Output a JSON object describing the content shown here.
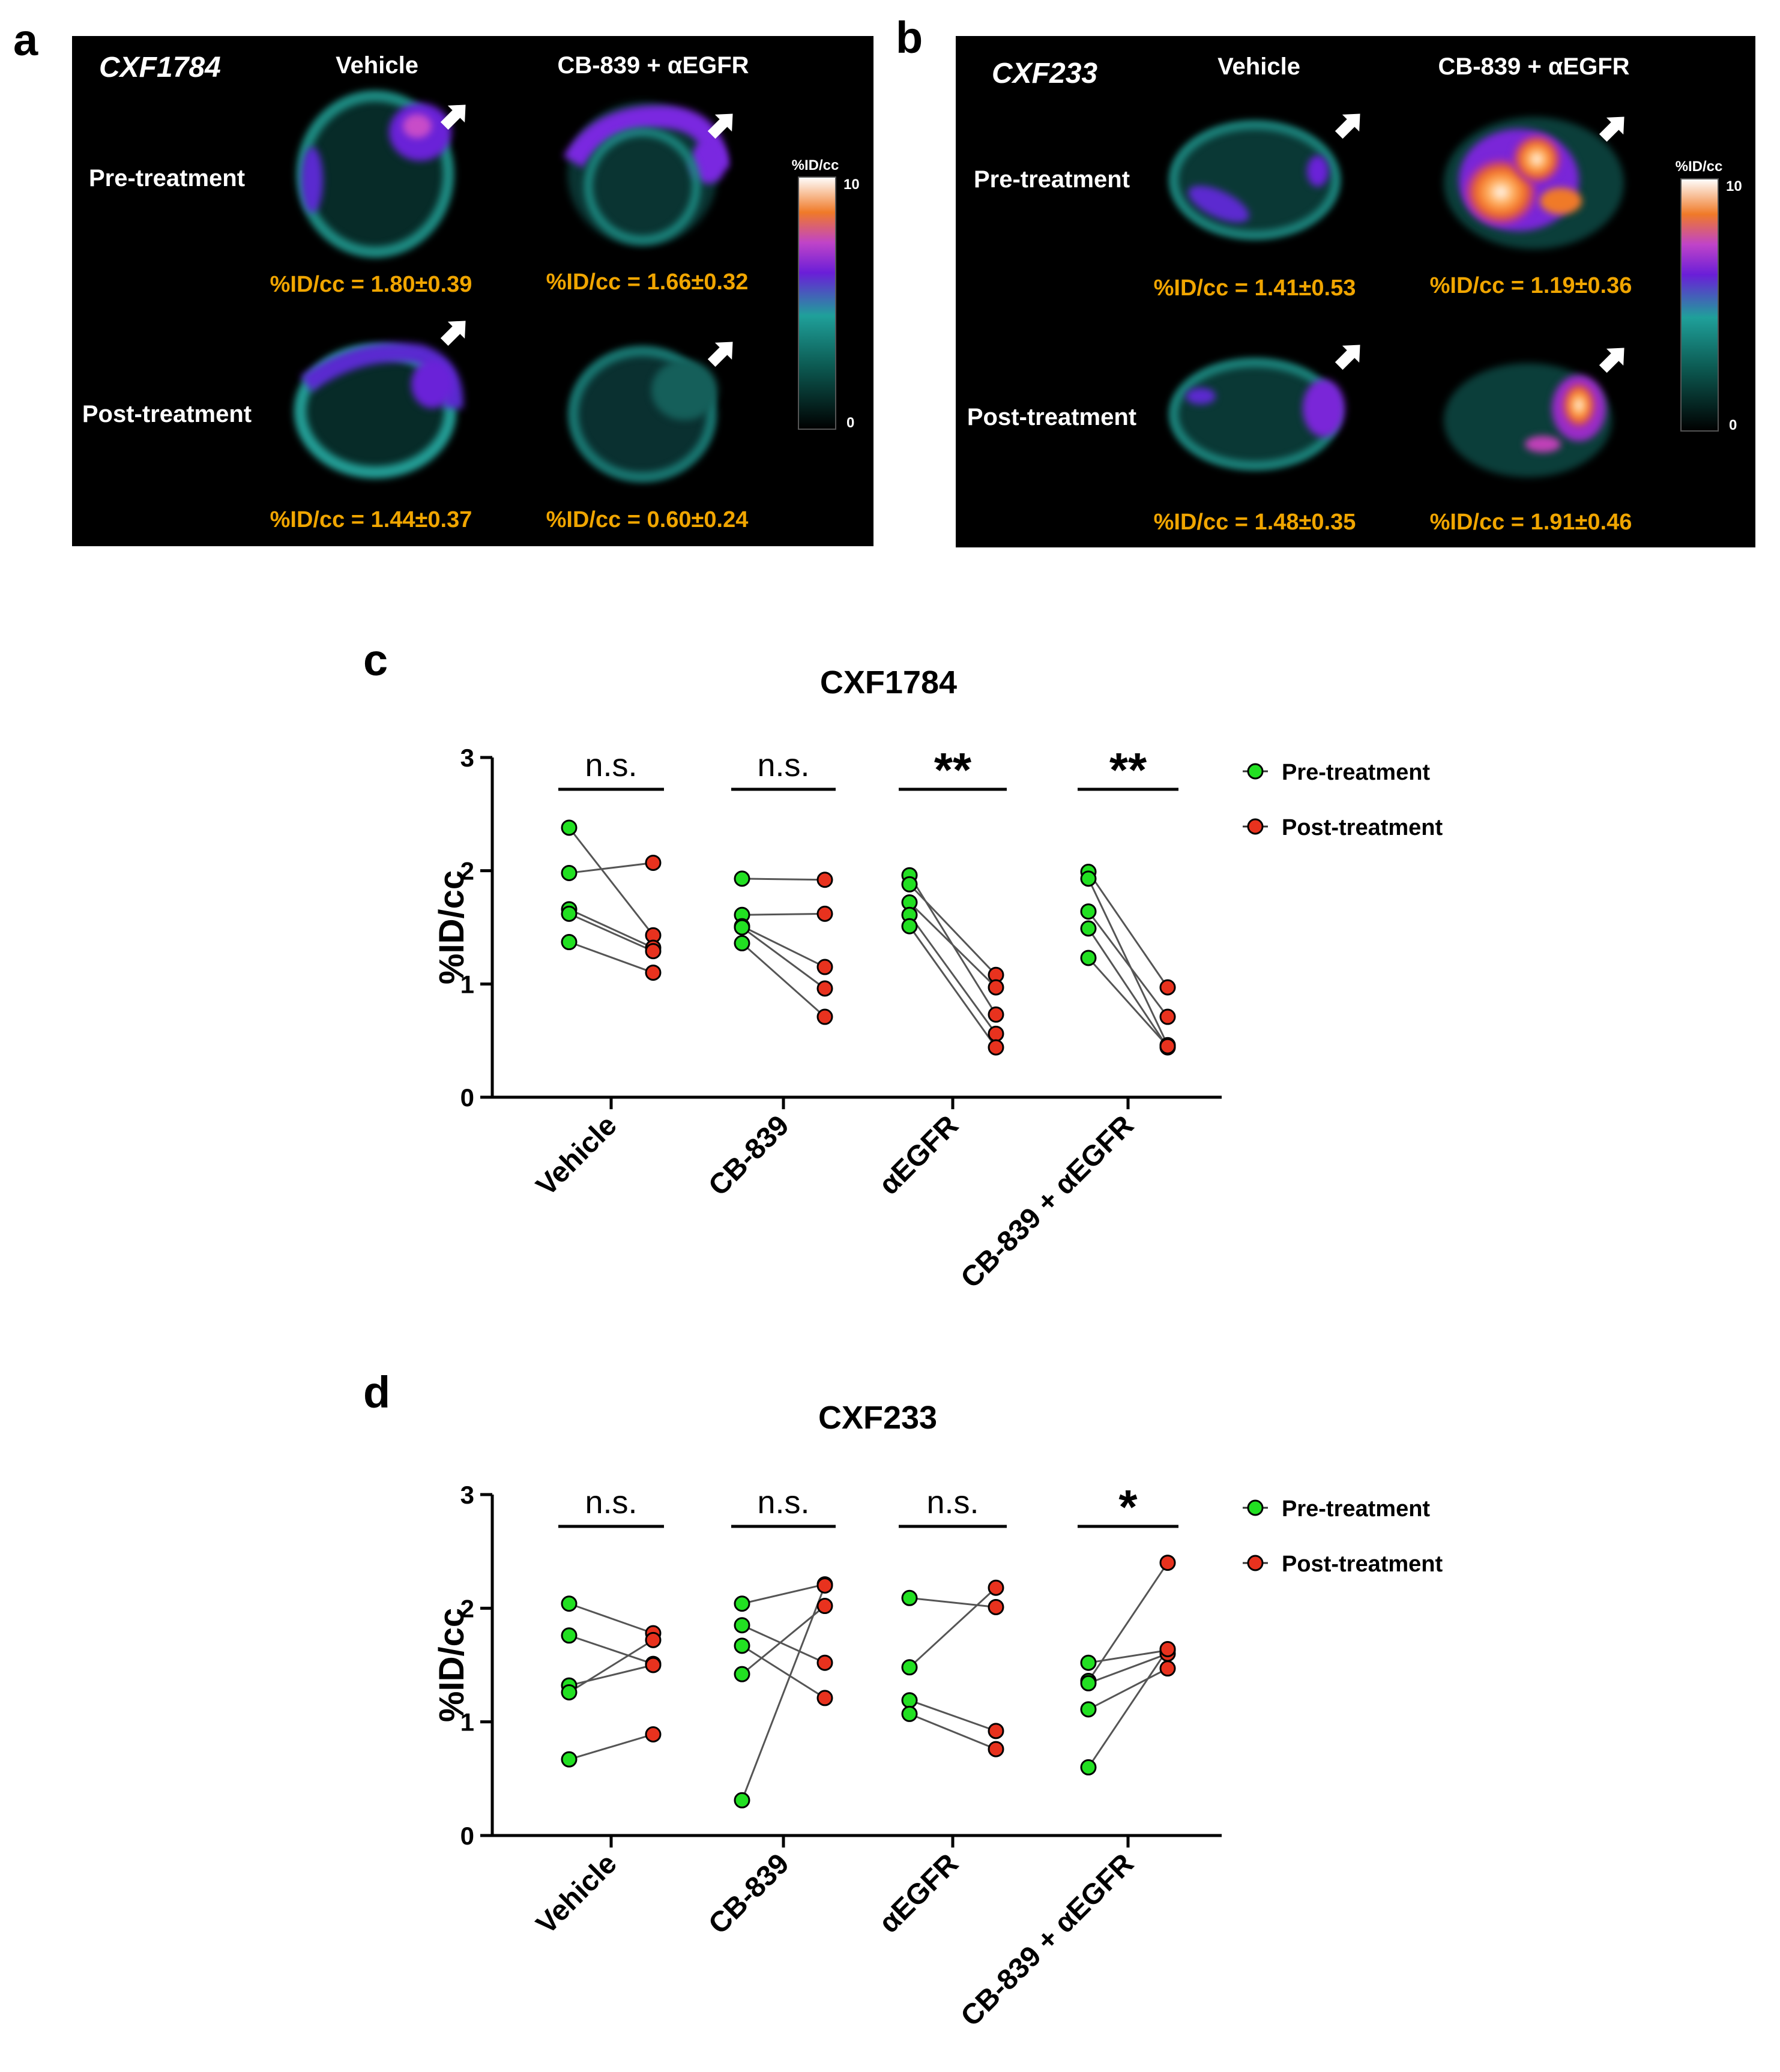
{
  "panel_a": {
    "letter": "a",
    "model": "CXF1784",
    "columns": [
      "Vehicle",
      "CB-839 + αEGFR"
    ],
    "rows": [
      "Pre-treatment",
      "Post-treatment"
    ],
    "values": [
      "%ID/cc = 1.80±0.39",
      "%ID/cc = 1.66±0.32",
      "%ID/cc = 1.44±0.37",
      "%ID/cc = 0.60±0.24"
    ],
    "colorbar": {
      "label": "%ID/cc",
      "max": "10",
      "min": "0"
    }
  },
  "panel_b": {
    "letter": "b",
    "model": "CXF233",
    "columns": [
      "Vehicle",
      "CB-839 + αEGFR"
    ],
    "rows": [
      "Pre-treatment",
      "Post-treatment"
    ],
    "values": [
      "%ID/cc = 1.41±0.53",
      "%ID/cc = 1.19±0.36",
      "%ID/cc = 1.48±0.35",
      "%ID/cc = 1.91±0.46"
    ],
    "colorbar": {
      "label": "%ID/cc",
      "max": "10",
      "min": "0"
    }
  },
  "colors": {
    "pre": "#22e022",
    "post": "#e8321e",
    "value_text": "#f0a500",
    "image_bg": "#000000"
  },
  "chart_data": [
    {
      "type": "scatter",
      "letter": "c",
      "title": "CXF1784",
      "ylabel": "%ID/cc",
      "ylim": [
        0,
        3
      ],
      "yticks": [
        "0",
        "1",
        "2",
        "3"
      ],
      "categories": [
        "Vehicle",
        "CB-839",
        "αEGFR",
        "CB-839 + αEGFR"
      ],
      "significance": [
        "n.s.",
        "n.s.",
        "**",
        "**"
      ],
      "legend": {
        "labels": [
          "Pre-treatment",
          "Post-treatment"
        ],
        "position": "right"
      },
      "groups": [
        {
          "pre": [
            2.38,
            1.98,
            1.66,
            1.62,
            1.37
          ],
          "post": [
            1.43,
            2.07,
            1.32,
            1.29,
            1.1
          ]
        },
        {
          "pre": [
            1.93,
            1.61,
            1.51,
            1.5,
            1.36
          ],
          "post": [
            1.92,
            1.62,
            1.15,
            0.96,
            0.71
          ]
        },
        {
          "pre": [
            1.96,
            1.88,
            1.72,
            1.61,
            1.51
          ],
          "post": [
            0.73,
            1.08,
            0.97,
            0.56,
            0.44
          ]
        },
        {
          "pre": [
            1.99,
            1.93,
            1.64,
            1.49,
            1.23
          ],
          "post": [
            0.97,
            0.46,
            0.71,
            0.44,
            0.45
          ]
        }
      ]
    },
    {
      "type": "scatter",
      "letter": "d",
      "title": "CXF233",
      "ylabel": "%ID/cc",
      "ylim": [
        0,
        3
      ],
      "yticks": [
        "0",
        "1",
        "2",
        "3"
      ],
      "categories": [
        "Vehicle",
        "CB-839",
        "αEGFR",
        "CB-839 + αEGFR"
      ],
      "significance": [
        "n.s.",
        "n.s.",
        "n.s.",
        "*"
      ],
      "legend": {
        "labels": [
          "Pre-treatment",
          "Post-treatment"
        ],
        "position": "right"
      },
      "groups": [
        {
          "pre": [
            2.04,
            1.76,
            1.32,
            1.26,
            0.67
          ],
          "post": [
            1.78,
            1.51,
            1.5,
            1.72,
            0.89
          ]
        },
        {
          "pre": [
            2.04,
            1.85,
            1.67,
            1.42,
            0.31
          ],
          "post": [
            2.21,
            1.52,
            1.21,
            2.02,
            2.2
          ]
        },
        {
          "pre": [
            2.09,
            1.48,
            1.19,
            1.07
          ],
          "post": [
            2.01,
            2.18,
            0.92,
            0.76
          ]
        },
        {
          "pre": [
            1.52,
            1.36,
            1.34,
            1.11,
            0.6
          ],
          "post": [
            1.63,
            2.4,
            1.6,
            1.47,
            1.64
          ]
        }
      ]
    }
  ]
}
